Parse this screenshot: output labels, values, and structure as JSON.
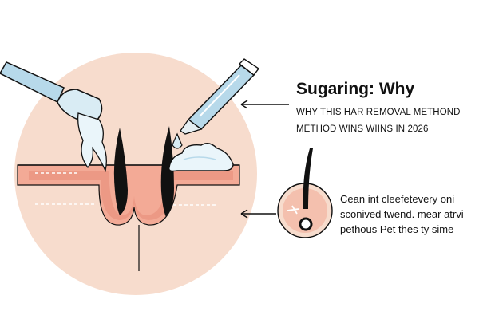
{
  "heading": {
    "title": "Sugaring: Why",
    "subtitle_line1": "WHY THIS HAR REMOVAL METHOND",
    "subtitle_line2": "METHOD WINS WIINS IN 2026"
  },
  "detail_callout": {
    "lines": [
      "Cean int cleefetevery oni",
      "sconived twend. mear atrvi",
      "pethous Pet thes ty sime"
    ]
  },
  "colors": {
    "background_circle": "#f7dccd",
    "skin_surface": "#f3aa96",
    "skin_inner": "#e68a78",
    "hair": "#111111",
    "sugar_paste": "#d9ecf4",
    "applicator": "#b7d9ea"
  },
  "icons": {
    "left_tool": "spatula-icon",
    "right_tool": "dropper-applicator-icon",
    "paste": "sugar-paste-icon",
    "follicle_detail": "hair-follicle-icon"
  }
}
